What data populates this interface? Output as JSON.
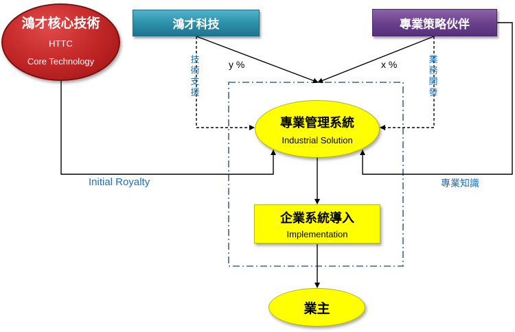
{
  "nodes": {
    "core": {
      "title": "鴻才核心技術",
      "sub1": "HTTC",
      "sub2": "Core Technology"
    },
    "hongcai": {
      "title": "鴻才科技"
    },
    "partner": {
      "title": "專業策略伙伴"
    },
    "industrial": {
      "title": "專業管理系統",
      "sub": "Industrial Solution"
    },
    "implementation": {
      "title": "企業系統導入",
      "sub": "Implementation"
    },
    "owner": {
      "title": "業主"
    }
  },
  "labels": {
    "y_percent": "y %",
    "x_percent": "x %",
    "tech_support": [
      "技",
      "術",
      "支",
      "援"
    ],
    "biz_dev": [
      "業",
      "務",
      "開",
      "發"
    ],
    "initial_royalty": "Initial Royalty",
    "domain_knowledge": "專業知識"
  },
  "colors": {
    "core_red": "#c62a2a",
    "hongcai_teal": "#2b8ea8",
    "partner_purple": "#6a3f8c",
    "node_yellow": "#ffff00",
    "label_blue": "#1f6fb5",
    "frame_dashdot": "#3a6690"
  }
}
